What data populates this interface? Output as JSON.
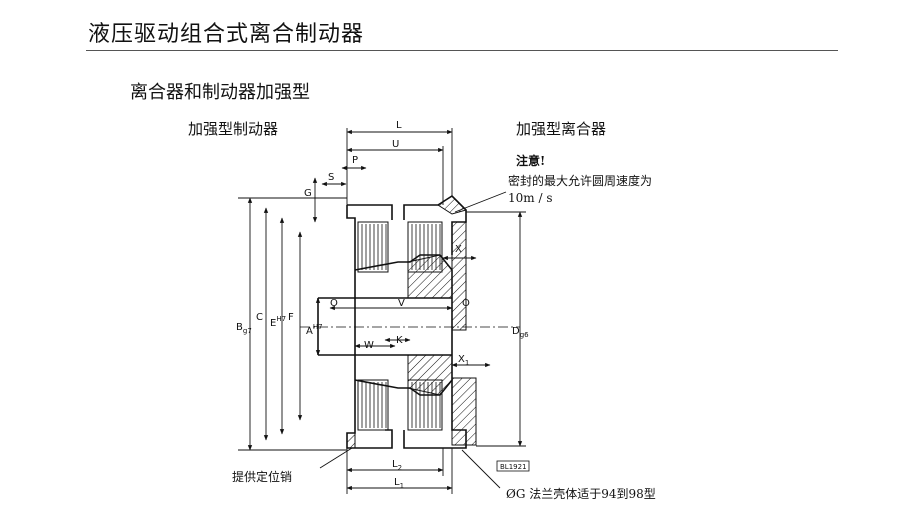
{
  "header": {
    "title": "液压驱动组合式离合制动器"
  },
  "section": {
    "title": "离合器和制动器加强型"
  },
  "labels": {
    "left": "加强型制动器",
    "right": "加强型离合器",
    "pin": "提供定位销"
  },
  "note": {
    "title": "注意!",
    "line1": "密封的最大允许圆周速度为",
    "line2": "10m / s"
  },
  "flange_note": "ØG  法兰壳体适于94到98型",
  "dimensions": {
    "L": "L",
    "U": "U",
    "P": "P",
    "S": "S",
    "G": "G",
    "B": "B",
    "B_sub": "g7",
    "C": "C",
    "E": "E",
    "E_sup": "H7",
    "F": "F",
    "A": "A",
    "A_sup": "H7",
    "O_left": "O",
    "V": "V",
    "O_right": "O",
    "W": "W",
    "K": "K",
    "X": "X",
    "X1": "X",
    "X1_sub": "1",
    "D": "D",
    "D_sub": "g6",
    "L2": "L",
    "L2_sub": "2",
    "L1": "L",
    "L1_sub": "1",
    "drawing_code": "BL1921"
  },
  "colors": {
    "line": "#111111",
    "hatch": "#111111"
  },
  "icons": {
    "arrow": "dimension-arrow-icon"
  }
}
